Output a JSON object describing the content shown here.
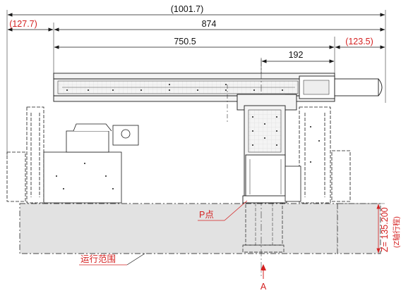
{
  "dimensions": {
    "overall": "(1001.7)",
    "left_overhang": "(127.7)",
    "axis_length": "874",
    "stroke": "750.5",
    "right_overhang": "(123.5)",
    "offset": "192"
  },
  "labels": {
    "p_point": "P点",
    "motion_range": "运行范围",
    "view_a": "A",
    "z_stroke": "Z= 135.200",
    "z_stroke_note": "(Z轴行程)"
  },
  "colors": {
    "line": "#1a1a1a",
    "accent": "#d42020",
    "range_fill": "#e2e2e2",
    "machine_fill": "#f4f4f4"
  }
}
